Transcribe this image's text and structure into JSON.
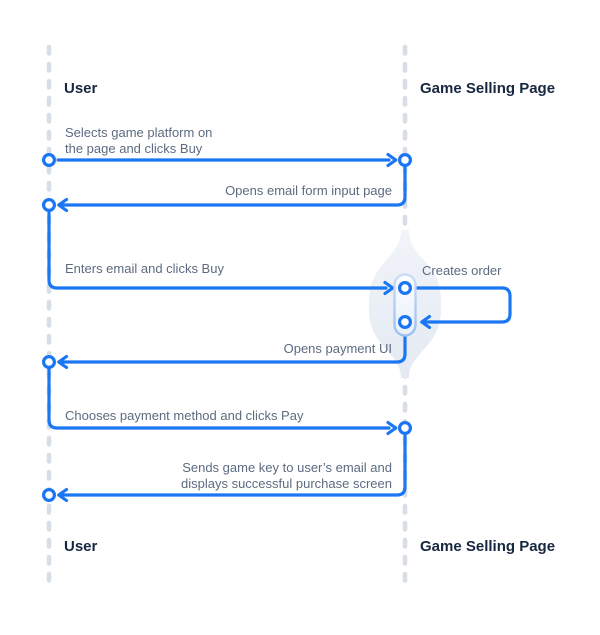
{
  "diagram_type": "sequence-diagram",
  "actors": {
    "user": {
      "label": "User"
    },
    "page": {
      "label": "Game Selling Page"
    }
  },
  "messages": [
    {
      "id": 1,
      "from": "user",
      "to": "page",
      "self_message": false,
      "lines": [
        "Selects game platform on",
        "the page and clicks Buy"
      ]
    },
    {
      "id": 2,
      "from": "page",
      "to": "user",
      "self_message": false,
      "lines": [
        "Opens email form input page"
      ]
    },
    {
      "id": 3,
      "from": "user",
      "to": "page",
      "self_message": false,
      "lines": [
        "Enters email and clicks Buy"
      ]
    },
    {
      "id": 4,
      "from": "page",
      "to": "page",
      "self_message": true,
      "lines": [
        "Creates order"
      ]
    },
    {
      "id": 5,
      "from": "page",
      "to": "user",
      "self_message": false,
      "lines": [
        "Opens payment UI"
      ]
    },
    {
      "id": 6,
      "from": "user",
      "to": "page",
      "self_message": false,
      "lines": [
        "Chooses payment method and clicks Pay"
      ]
    },
    {
      "id": 7,
      "from": "page",
      "to": "user",
      "self_message": false,
      "lines": [
        "Sends game key to user’s email and",
        "displays successful purchase screen"
      ]
    }
  ],
  "colors": {
    "arrow_blue": "#1b76f4",
    "lifeline_gray": "#d8dee6",
    "actor_text": "#17273f",
    "message_text": "#5d6b80",
    "activation_stroke": "#b7cdf0",
    "activation_fill": "#eef4fd",
    "highlight_blob": "#e9eef5",
    "background": "#ffffff"
  }
}
